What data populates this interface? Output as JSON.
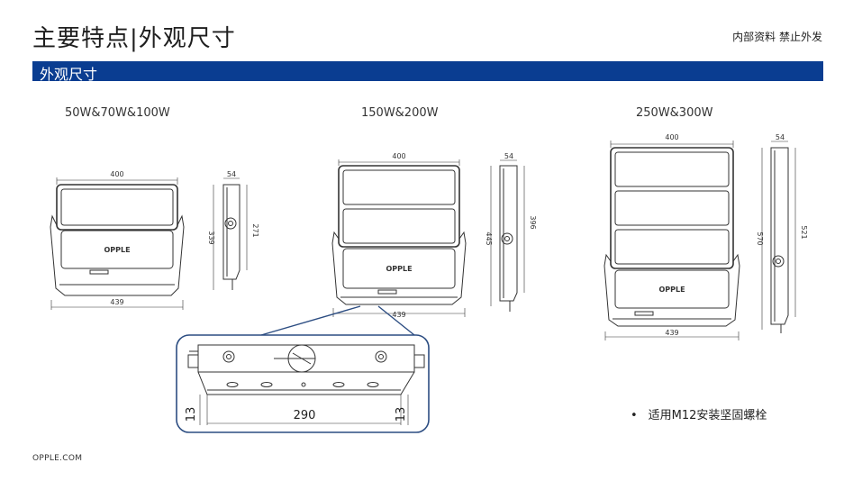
{
  "header": {
    "title": "主要特点|外观尺寸",
    "notice": "内部资料 禁止外发",
    "section": "外观尺寸",
    "accent_color": "#0a3d91"
  },
  "models": [
    {
      "label": "50W&70W&100W",
      "width": "400",
      "width_outer": "439",
      "depth": "54",
      "height": "339",
      "height_inner": "271"
    },
    {
      "label": "150W&200W",
      "width": "400",
      "width_outer": "439",
      "depth": "54",
      "height": "445",
      "height_inner": "396"
    },
    {
      "label": "250W&300W",
      "width": "400",
      "width_outer": "439",
      "depth": "54",
      "height": "570",
      "height_inner": "521"
    }
  ],
  "brand_logo": "OPPLE",
  "detail": {
    "left_dim": "13",
    "center_dim": "290",
    "right_dim": "13",
    "frame_color": "#2c4d82"
  },
  "note": "适用M12安装坚固螺栓",
  "footer": "OPPLE.COM"
}
